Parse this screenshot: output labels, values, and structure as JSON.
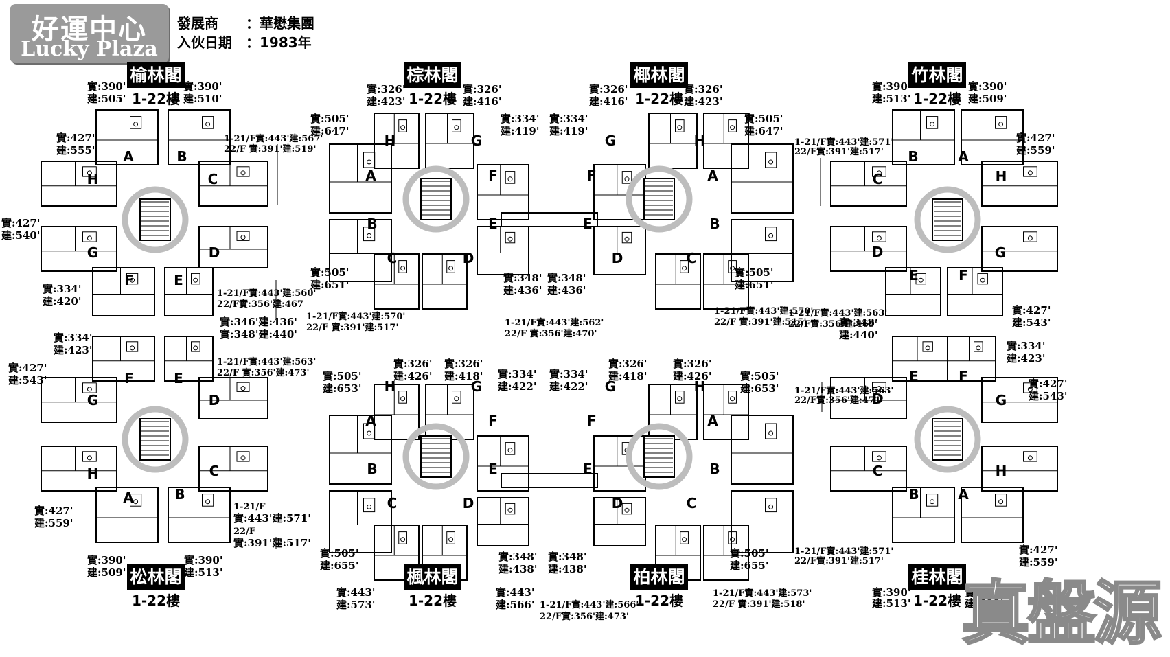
{
  "estate": {
    "name_cn": "好運中心",
    "name_en": "Lucky Plaza"
  },
  "info": {
    "developer_label": "發展商",
    "developer_value": "：華懋集團",
    "intake_label": "入伙日期",
    "intake_value": "：1983年"
  },
  "watermark": "真盤源",
  "blocks": [
    {
      "name": "榆林閣",
      "floors": "1-22樓"
    },
    {
      "name": "棕林閣",
      "floors": "1-22樓"
    },
    {
      "name": "椰林閣",
      "floors": "1-22樓"
    },
    {
      "name": "竹林閣",
      "floors": "1-22樓"
    },
    {
      "name": "松林閣",
      "floors": "1-22樓"
    },
    {
      "name": "楓林閣",
      "floors": "1-22樓"
    },
    {
      "name": "柏林閣",
      "floors": "1-22樓"
    },
    {
      "name": "桂林閣",
      "floors": "1-22樓"
    }
  ],
  "annotations": [
    "實:390'",
    "建:505'",
    "實:390'",
    "建:510'",
    "實:427'",
    "建:555'",
    "1-21/F實:443'建:567'",
    "22/F 實:391'建:519'",
    "實:427'",
    "建:540'",
    "實:334'",
    "建:420'",
    "1-21/F實:443'建:560'",
    "22/F實:356'建:467",
    "實:346'建:436'",
    "實:348'建:440'",
    "實:334'",
    "建:423'",
    "實:427'",
    "建:543'",
    "1-21/F實:443'建:563'",
    "22/F  實:356'建:473'",
    "實:427'",
    "建:559'",
    "1-21/F",
    "實:443'建:571'",
    "22/F",
    "實:391'建:517'",
    "實:390'",
    "建:509'",
    "實:390'",
    "建:513'",
    "實:326'",
    "建:423'",
    "實:326'",
    "建:416'",
    "實:505'",
    "建:647'",
    "實:334'",
    "建:419'",
    "實:334'",
    "建:419'",
    "實:326'",
    "建:416'",
    "實:326'",
    "建:423'",
    "實:505'",
    "建:647'",
    "實:505'",
    "建:651'",
    "實:348'",
    "建:436'",
    "實:348'",
    "建:436'",
    "實:505'",
    "建:651'",
    "1-21/F實:443'建:570'",
    "22/F  實:391'建:517'",
    "1-21/F實:443'建:562'",
    "22/F  實:356'建:470'",
    "1-21/F實:443'建:570'",
    "22/F  實:391'建:515'",
    "實:390'",
    "建:513'",
    "實:390'",
    "建:509'",
    "1-21/F實:443'建:571'",
    "22/F實:391'建:517'",
    "實:427'",
    "建:559'",
    "1-21/F實:443'建:563'",
    "22/F實:356'建:469'",
    "實:427'",
    "建:543'",
    "實:348'",
    "建:440'",
    "實:334'",
    "建:423'",
    "1-21/F實:443'建:563'",
    "22/F實:356'建:471'",
    "實:427'",
    "建:543'",
    "1-21/F實:443'建:571'",
    "22/F實:391'建:517'",
    "實:427'",
    "建:559'",
    "實:390'",
    "建:513'",
    "實:390'",
    "建:509'",
    "實:326'",
    "建:426'",
    "實:326'",
    "建:418'",
    "實:505'",
    "建:653'",
    "實:334'",
    "建:422'",
    "實:334'",
    "建:422'",
    "實:326'",
    "建:418'",
    "實:326'",
    "建:426'",
    "實:505'",
    "建:653'",
    "實:505'",
    "建:655'",
    "實:348'",
    "建:438'",
    "實:348'",
    "建:438'",
    "實:505'",
    "建:655'",
    "實:443'",
    "建:573'",
    "實:443'",
    "建:566'",
    "1-21/F實:443'建:566'",
    "22/F實:356'建:473'",
    "1-21/F實:443'建:573'",
    "22/F  實:391'建:518'"
  ],
  "flat_letters": [
    "A",
    "B",
    "C",
    "D",
    "E",
    "F",
    "G",
    "H"
  ]
}
